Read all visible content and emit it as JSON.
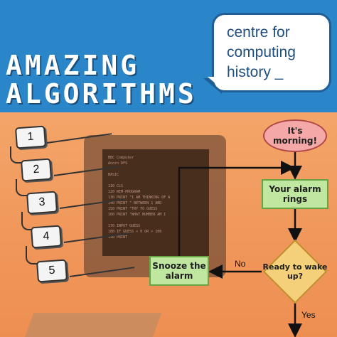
{
  "title": {
    "line1": "AMAZING",
    "line2": "ALGORITHMS"
  },
  "logo": {
    "line1": "centre for",
    "line2": "computing",
    "line3": "history _"
  },
  "list": {
    "items": [
      "1",
      "2",
      "3",
      "4",
      "5"
    ]
  },
  "screen": {
    "lines": "BBC Computer\nAcorn DFS\n\nBASIC\n\n110 CLS\n120 REM-PROGRAM\n130 PRINT \"I AM THINKING OF A\n140 PRINT \" BETWEEN 1 AND\n150 PRINT \"TRY TO GUESS\n160 PRINT \"WHAT NUMBER AM I\n\n170 INPUT GUESS\n180 IF GUESS < 0 OR > 100\n190 PRINT"
  },
  "flowchart": {
    "start": "It's morning!",
    "step": "Your alarm rings",
    "decision": "Ready to wake up?",
    "alt": "Snooze the alarm",
    "no_label": "No",
    "yes_label": "Yes"
  },
  "colors": {
    "banner": "#2b86c9",
    "orange": "#f0a060",
    "green": "#bfe7a0",
    "pink": "#f4a8a8",
    "yellow": "#f5d07a"
  }
}
